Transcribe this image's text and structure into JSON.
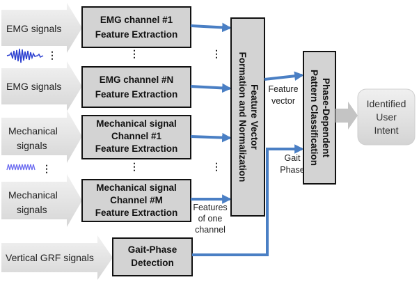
{
  "inputs": {
    "emg1": "EMG signals",
    "emgN": "EMG signals",
    "mech1_line1": "Mechanical",
    "mech1_line2": "signals",
    "mechM_line1": "Mechanical",
    "mechM_line2": "signals",
    "grf": "Vertical GRF signals"
  },
  "blocks": {
    "emg_ch1_line1": "EMG channel #1",
    "emg_ch1_line2": "Feature Extraction",
    "emg_chN_line1": "EMG channel #N",
    "emg_chN_line2": "Feature Extraction",
    "mech_ch1_line1": "Mechanical signal",
    "mech_ch1_line2": "Channel #1",
    "mech_ch1_line3": "Feature Extraction",
    "mech_chM_line1": "Mechanical signal",
    "mech_chM_line2": "Channel #M",
    "mech_chM_line3": "Feature Extraction",
    "gait_line1": "Gait-Phase",
    "gait_line2": "Detection",
    "fv_line1": "Feature Vector",
    "fv_line2": "Formation and Normalization",
    "pdc_line1": "Phase-Dependent",
    "pdc_line2": "Pattern Classification"
  },
  "annotations": {
    "features_line1": "Features",
    "features_line2": "of one",
    "features_line3": "channel",
    "fvec_line1": "Feature",
    "fvec_line2": "vector",
    "gait_line1": "Gait",
    "gait_line2": "Phase"
  },
  "output": {
    "line1": "Identified",
    "line2": "User",
    "line3": "Intent"
  },
  "colors": {
    "connector": "#4a7fc4",
    "box_fill": "#d3d3d3",
    "arrow_fill": "#e2e2e2",
    "emg_wave": "#2b3fd0",
    "mech_wave": "#6a6af0"
  }
}
